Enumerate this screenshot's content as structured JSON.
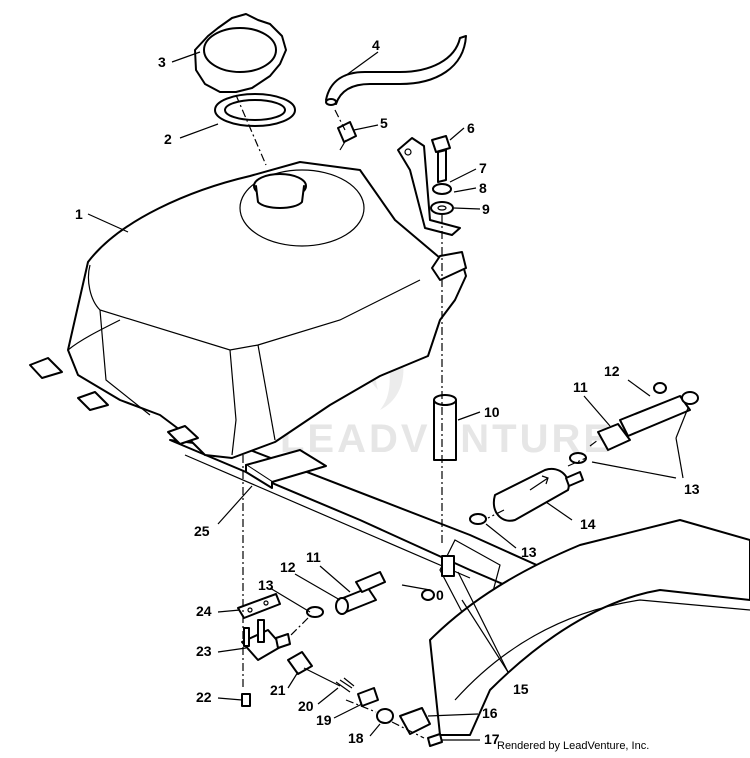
{
  "diagram": {
    "callouts": {
      "c1": "1",
      "c2": "2",
      "c3": "3",
      "c4": "4",
      "c5": "5",
      "c6": "6",
      "c7": "7",
      "c8": "8",
      "c9": "9",
      "c10": "10",
      "c11": "11",
      "c11b": "11",
      "c12": "12",
      "c12b": "12",
      "c13": "13",
      "c13b": "13",
      "c13c": "13",
      "c14": "14",
      "c15": "15",
      "c16": "16",
      "c17": "17",
      "c18": "18",
      "c19": "19",
      "c20": "20",
      "c21": "21",
      "c22": "22",
      "c23": "23",
      "c24": "24",
      "c25": "25",
      "c0": "0"
    },
    "watermark": "LEADVENTURE",
    "credit": "Rendered by LeadVenture, Inc."
  }
}
